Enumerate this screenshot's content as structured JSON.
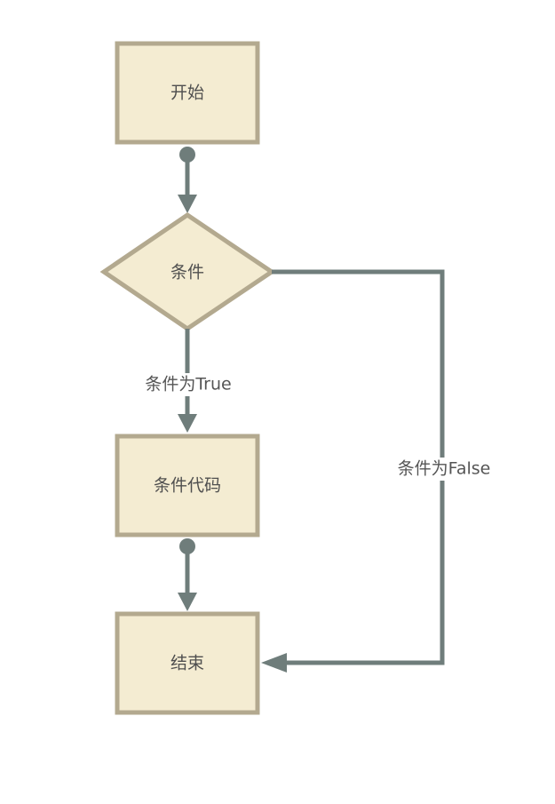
{
  "nodes": {
    "start": "开始",
    "condition": "条件",
    "conditional_code": "条件代码",
    "end": "结束"
  },
  "edges": {
    "true_label": "条件为True",
    "false_label": "条件为False"
  },
  "colors": {
    "node_fill": "#f4ecd2",
    "node_stroke": "#b3a98f",
    "connector": "#6f7d7b",
    "label_bg": "#ffffff"
  }
}
